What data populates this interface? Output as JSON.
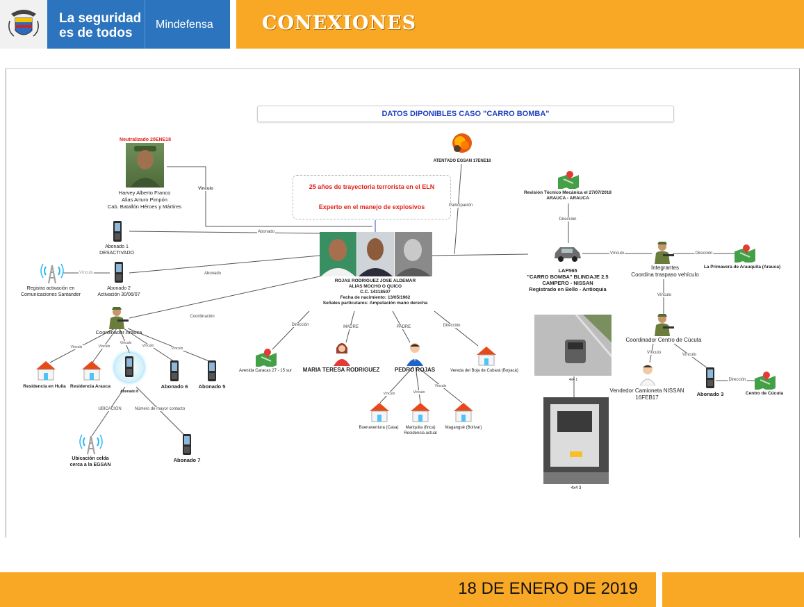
{
  "header": {
    "brand_line1": "La seguridad",
    "brand_line2": "es de todos",
    "ministry": "Mindefensa",
    "title": "CONEXIONES"
  },
  "footer": {
    "date": "18 DE ENERO DE 2019"
  },
  "diagram": {
    "title": "DATOS DIPONIBLES CASO \"CARRO BOMBA\"",
    "callout_1": "25 años de trayectoria terrorista en el ELN",
    "callout_2": "Experto en el manejo de explosivos",
    "neutralizado": "Neutralizado 20ENE18",
    "harvey": [
      "Harvey Alberto Franco",
      "Alias Arturo Pimpón",
      "Cab. Batallón Héroes y Mártires"
    ],
    "suspect": [
      "ROJAS RODRIGUEZ JOSE ALDEMAR",
      "ALIAS MOCHO O QUICO",
      "C.C. 14318507",
      "Fecha de nacimiento: 13/05/1962",
      "Señales particulares: Amputación mano derecha"
    ],
    "atentado": "ATENTADO EGSAN 17ENE18",
    "revision": [
      "Revisión Técnico Mecánica el 27/07/2018",
      "ARAUCA - ARAUCA"
    ],
    "vehicle": [
      "LAF565",
      "\"CARRO BOMBA\" BLINDAJE 2.5",
      "CAMPERO - NISSAN",
      "Registrado en Bello - Antioquia"
    ],
    "integrantes": [
      "Integrantes",
      "Coordina traspaso vehículo"
    ],
    "primavera": "La Primavera de Arauquita (Arauca)",
    "coord_cucuta": "Coordinador Centro de Cúcuta",
    "vendedor": [
      "Vendedor Camioneta NISSAN",
      "16FEB17"
    ],
    "abonado3": "Abonado 3",
    "centro_cucuta": "Centro de Cúcuta",
    "abonado1": [
      "Abonado 1",
      "DESACTIVADO"
    ],
    "abonado2": [
      "Abonado 2",
      "Activación 30/06/07"
    ],
    "registra": [
      "Registra activación en",
      "Comunicaciones Santander"
    ],
    "coord_arauca": "Coordinador Arauca",
    "res_huila": "Residencia en Huila",
    "res_arauca": "Residencia Arauca",
    "abonado8": "Abonado 8",
    "abonado6": "Abonado 6",
    "abonado5": "Abonado 5",
    "abonado7": "Abonado 7",
    "ubicacion": [
      "Ubicación celda",
      "cerca a la EGSAN"
    ],
    "avenida": "Avenida Caracas 27 - 15 sur",
    "maria": "MARIA TERESA RODRIGUEZ",
    "pedro": "PEDRO ROJAS",
    "vereda": "Vereda del Boja de Cubará (Boyacá)",
    "buenaventura": "Buenaventura (Casa)",
    "mariquita": [
      "Mariquita (finca)",
      "Residencia actual"
    ],
    "magangue": "Magangué (Bolívar)",
    "photo1_caption": "4x4 1",
    "photo2_caption": "4x4 3",
    "edges": {
      "vinculo": "Vínculo",
      "abonado": "Abonado",
      "coordinacion": "Coordinación",
      "participacion": "Participación",
      "direccion": "Dirección",
      "madre": "MADRE",
      "padre": "PADRE",
      "ubicacion": "UBICACIÓN",
      "numero_contacto": "Número de mayor contacto"
    }
  },
  "colors": {
    "orange": "#F9A825",
    "blue": "#2C74BE",
    "red": "#E32119",
    "title_blue": "#1F3FBF"
  }
}
